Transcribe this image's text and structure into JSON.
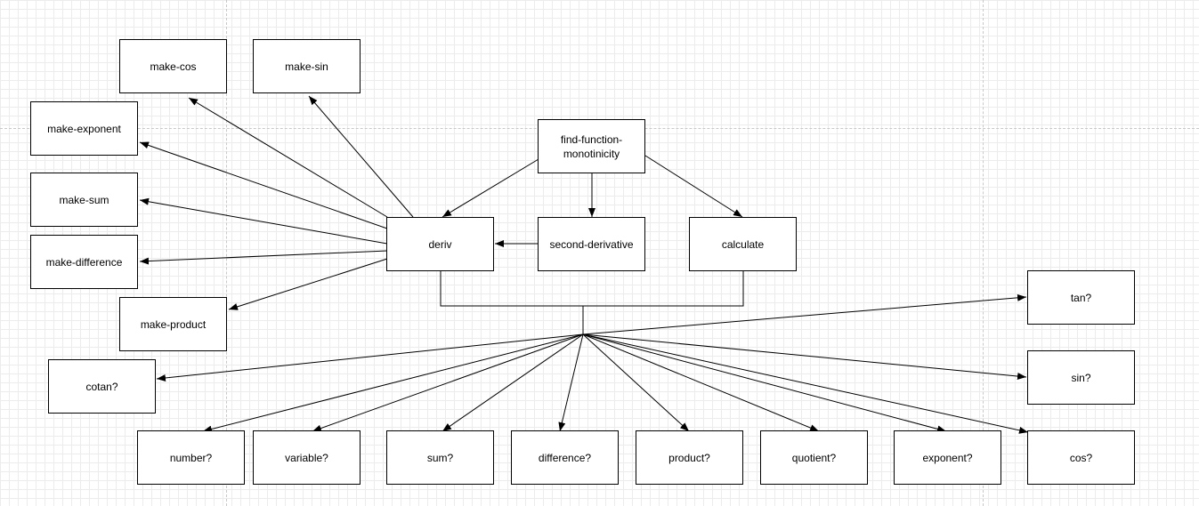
{
  "diagram": {
    "colors": {
      "stroke": "#000000",
      "fill": "#ffffff",
      "grid": "#ececec",
      "page_break": "#c8c8c8"
    },
    "nodes": {
      "make_cos": "make-cos",
      "make_sin": "make-sin",
      "make_exponent": "make-exponent",
      "make_sum": "make-sum",
      "make_difference": "make-difference",
      "make_product": "make-product",
      "find_function_monotinicity": "find-function-monotinicity",
      "deriv": "deriv",
      "second_derivative": "second-derivative",
      "calculate": "calculate",
      "tan": "tan?",
      "sin": "sin?",
      "cotan": "cotan?",
      "number": "number?",
      "variable": "variable?",
      "sum": "sum?",
      "difference": "difference?",
      "product": "product?",
      "quotient": "quotient?",
      "exponent": "exponent?",
      "cos": "cos?"
    },
    "edges": [
      {
        "from": "deriv",
        "to": "make_cos"
      },
      {
        "from": "deriv",
        "to": "make_sin"
      },
      {
        "from": "deriv",
        "to": "make_exponent"
      },
      {
        "from": "deriv",
        "to": "make_sum"
      },
      {
        "from": "deriv",
        "to": "make_difference"
      },
      {
        "from": "deriv",
        "to": "make_product"
      },
      {
        "from": "find_function_monotinicity",
        "to": "deriv"
      },
      {
        "from": "find_function_monotinicity",
        "to": "second_derivative"
      },
      {
        "from": "find_function_monotinicity",
        "to": "calculate"
      },
      {
        "from": "second_derivative",
        "to": "deriv"
      },
      {
        "from": "deriv+calculate",
        "to": "tan"
      },
      {
        "from": "deriv+calculate",
        "to": "sin"
      },
      {
        "from": "deriv+calculate",
        "to": "cotan"
      },
      {
        "from": "deriv+calculate",
        "to": "number"
      },
      {
        "from": "deriv+calculate",
        "to": "variable"
      },
      {
        "from": "deriv+calculate",
        "to": "sum"
      },
      {
        "from": "deriv+calculate",
        "to": "difference"
      },
      {
        "from": "deriv+calculate",
        "to": "product"
      },
      {
        "from": "deriv+calculate",
        "to": "quotient"
      },
      {
        "from": "deriv+calculate",
        "to": "exponent"
      },
      {
        "from": "deriv+calculate",
        "to": "cos"
      }
    ]
  }
}
